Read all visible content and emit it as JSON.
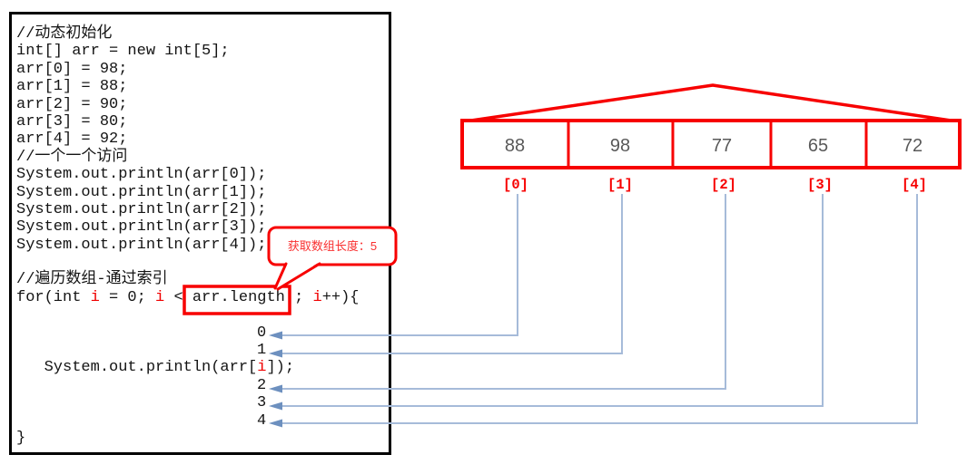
{
  "colors": {
    "shape_red": "#f70000",
    "keyword_red": "#f00000",
    "arrow_line_blue": "#a6bbd9",
    "arrow_head_blue": "#6d90bf",
    "array_value_gray": "#595959",
    "code_black": "#141414"
  },
  "code": {
    "l1": "//动态初始化",
    "l2": "int[] arr = new int[5];",
    "l3": "arr[0] = 98;",
    "l4": "arr[1] = 88;",
    "l5": "arr[2] = 90;",
    "l6": "arr[3] = 80;",
    "l7": "arr[4] = 92;",
    "l8": "//一个一个访问",
    "l9": "System.out.println(arr[0]);",
    "l10": "System.out.println(arr[1]);",
    "l11": "System.out.println(arr[2]);",
    "l12": "System.out.println(arr[3]);",
    "l13": "System.out.println(arr[4]);",
    "l15": "//遍历数组-通过索引",
    "l16": {
      "a": "for(int ",
      "b": "i",
      "c": " = 0; ",
      "d": "i",
      "e": " < ",
      "f": "arr.length",
      "g": " ; ",
      "h": "i",
      "i": "++){"
    },
    "l18": "0",
    "l19": "1",
    "l20": {
      "a": "   System.out.println(arr[",
      "b": "i",
      "c": "]);"
    },
    "l21": "2",
    "l22": "3",
    "l23": "4",
    "l24": "}"
  },
  "callout": {
    "text": "获取数组长度：5"
  },
  "array_diagram": {
    "values": [
      "88",
      "98",
      "77",
      "65",
      "72"
    ],
    "index_labels": [
      "[0]",
      "[1]",
      "[2]",
      "[3]",
      "[4]"
    ],
    "loop_output_indices": [
      "0",
      "1",
      "2",
      "3",
      "4"
    ]
  }
}
